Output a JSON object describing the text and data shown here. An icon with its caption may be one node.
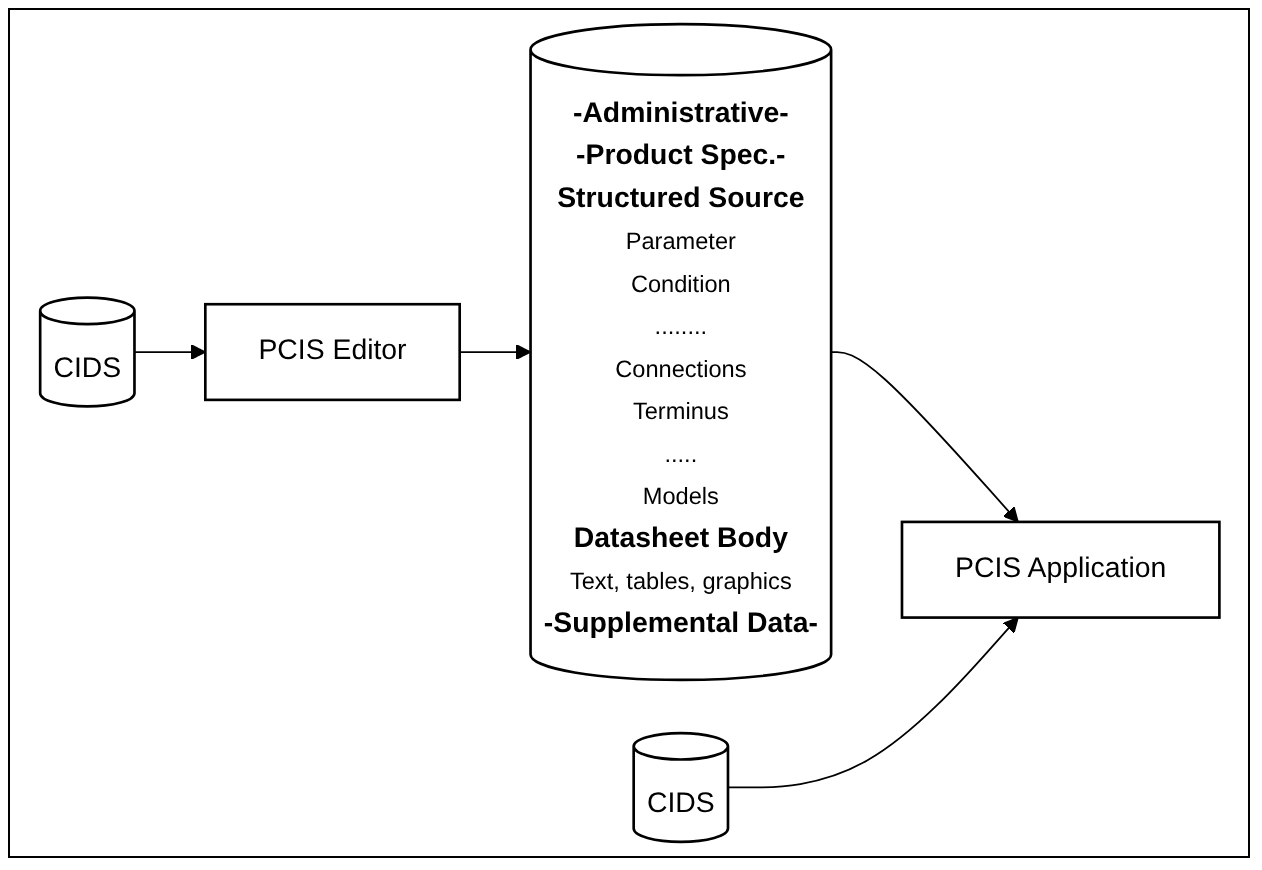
{
  "diagram": {
    "nodes": [
      {
        "text": [
          "CIDS"
        ]
      },
      {
        "text": [
          "PCIS Editor"
        ]
      },
      {
        "text": [
          "-Administrative-",
          "-Product Spec.-",
          "Structured Source",
          "Parameter",
          "Condition",
          "........",
          "Connections",
          "Terminus",
          ".....",
          "Models",
          "Datasheet Body",
          "Text, tables, graphics",
          "-Supplemental Data-"
        ]
      },
      {
        "text": [
          "CIDS"
        ]
      },
      {
        "text": [
          "PCIS Application"
        ]
      }
    ],
    "edges": [
      {
        "from": 0,
        "to": 1,
        "arrow": "to"
      },
      {
        "from": 1,
        "to": 2,
        "arrow": "to"
      },
      {
        "from": 2,
        "to": 4,
        "arrow": "to"
      },
      {
        "from": 3,
        "to": 4,
        "arrow": "to"
      }
    ]
  }
}
